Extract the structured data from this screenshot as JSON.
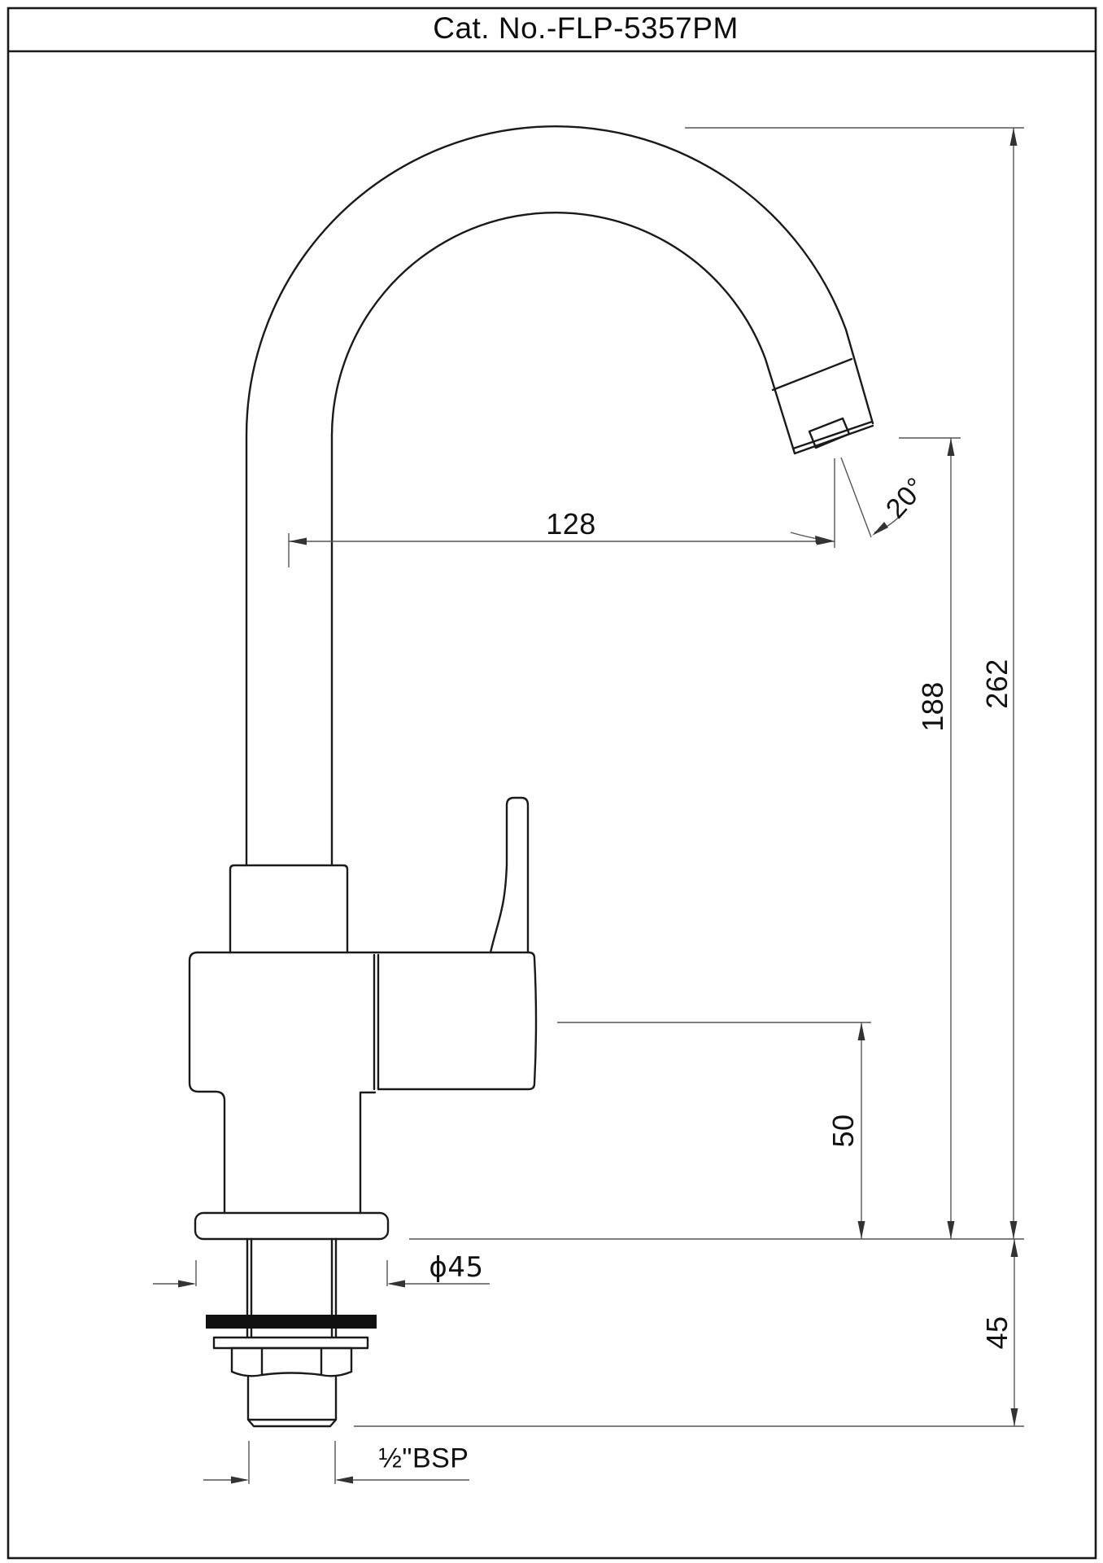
{
  "title_block": {
    "catalog_number": "Cat. No.-FLP-5357PM"
  },
  "drawing": {
    "kind": "faucet single-lever sink tap, side elevation with dimensions",
    "line_colors": {
      "object_lines": "#1a1a1a",
      "dimension_lines": "#555555",
      "gasket_fill": "#111111"
    }
  },
  "dimensions": {
    "spout_reach": "128",
    "spout_angle": "20°",
    "outlet_height": "188",
    "overall_height": "262",
    "body_height": "50",
    "base_diameter": "ϕ45",
    "shank_length": "45",
    "thread_spec": "½\"BSP"
  }
}
